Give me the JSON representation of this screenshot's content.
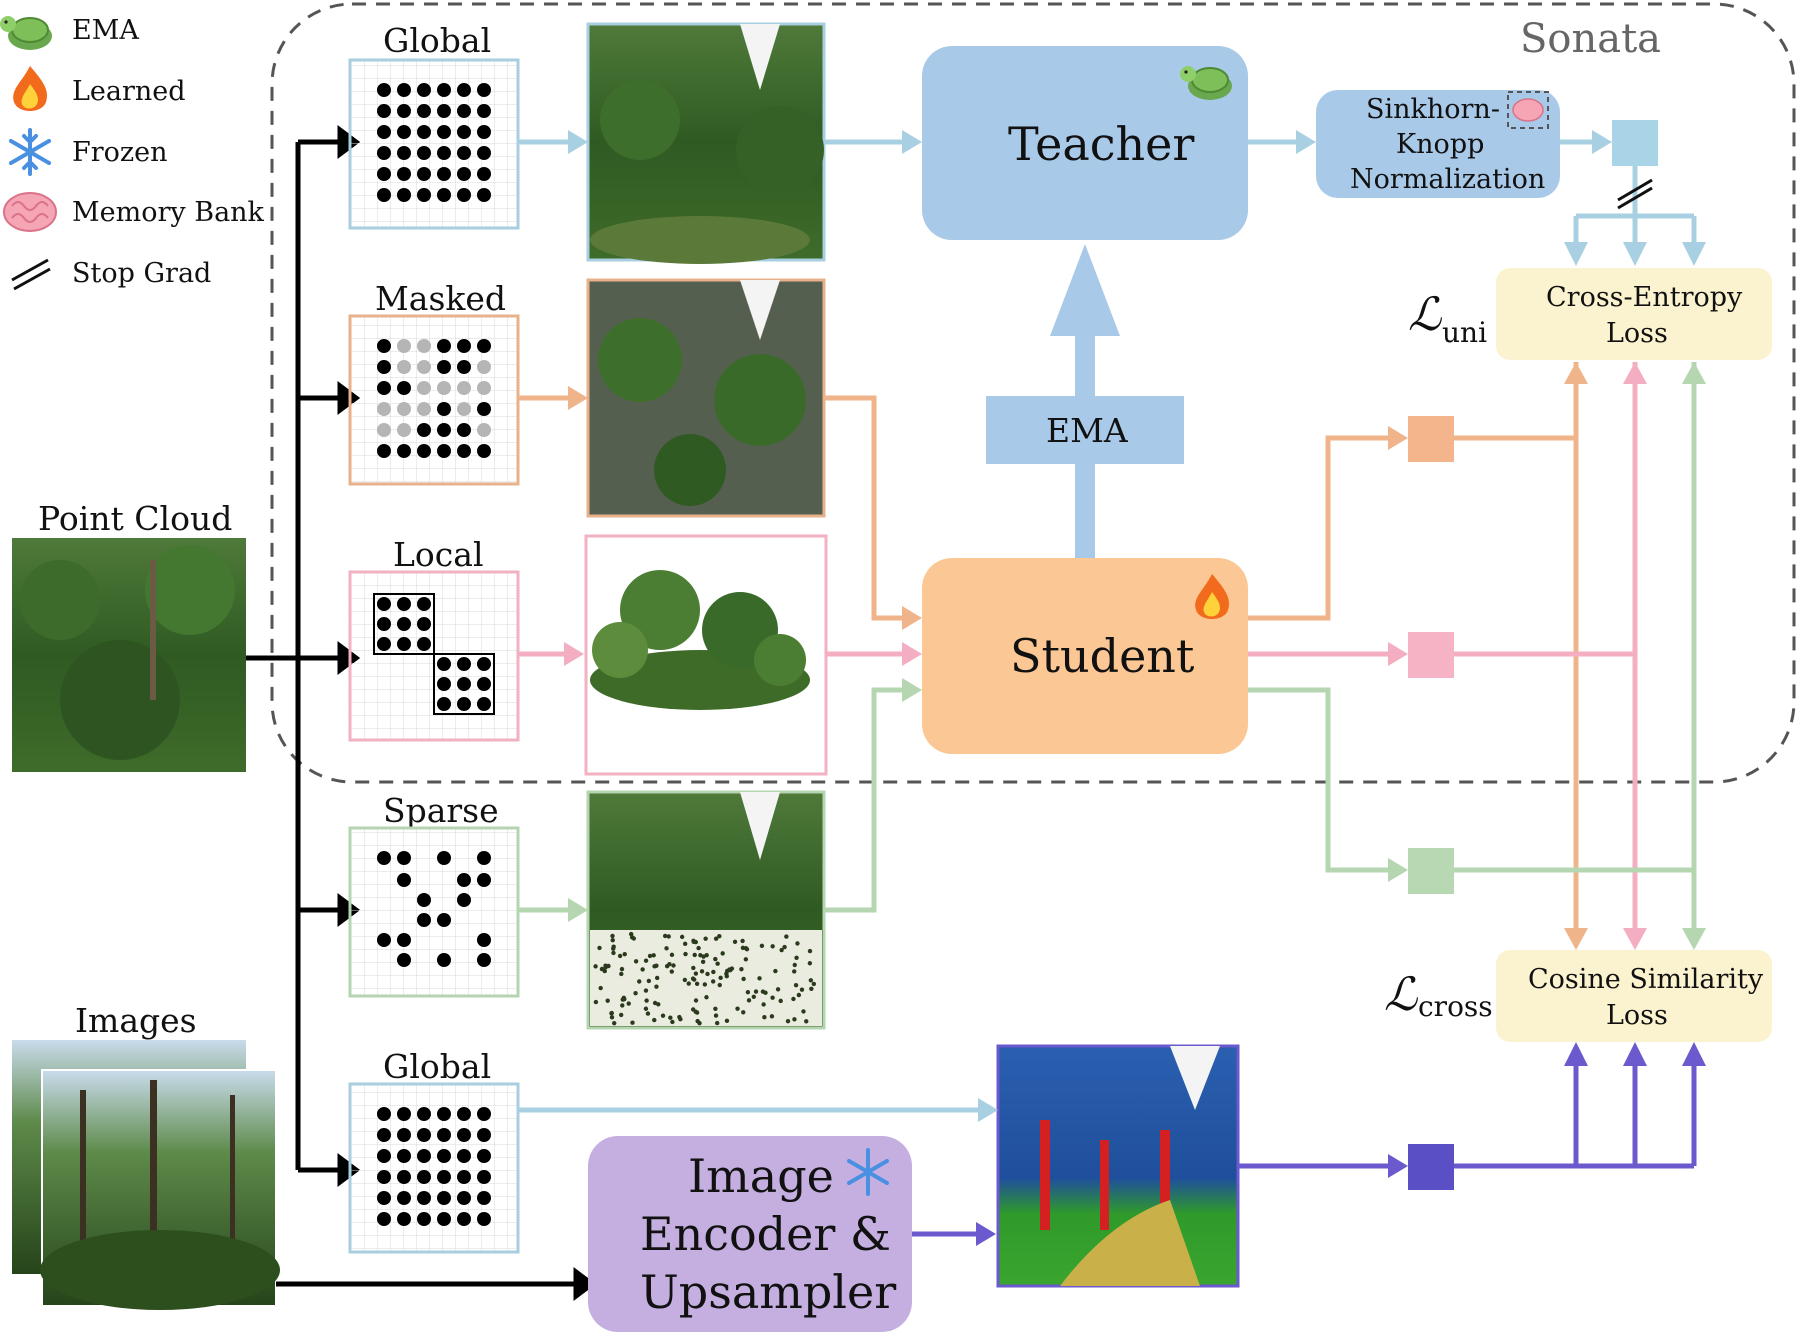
{
  "legend": [
    {
      "icon": "turtle-icon",
      "label": "EMA"
    },
    {
      "icon": "flame-icon",
      "label": "Learned"
    },
    {
      "icon": "snowflake-icon",
      "label": "Frozen"
    },
    {
      "icon": "brain-icon",
      "label": "Memory Bank"
    },
    {
      "icon": "double-slash-icon",
      "label": "Stop Grad"
    }
  ],
  "region_label": "Sonata",
  "inputs": {
    "point_cloud": "Point Cloud",
    "images": "Images"
  },
  "views": [
    {
      "label": "Global",
      "color": "#a8cfe0"
    },
    {
      "label": "Masked",
      "color": "#e9b08c"
    },
    {
      "label": "Local",
      "color": "#f2b2c2"
    },
    {
      "label": "Sparse",
      "color": "#b5d4b0"
    },
    {
      "label": "Global",
      "color": "#a8cfe0"
    }
  ],
  "modules": {
    "teacher": "Teacher",
    "student": "Student",
    "ema": "EMA",
    "sinkhorn": [
      "Sinkhorn-",
      "Knopp",
      "Normalization"
    ],
    "image_encoder": [
      "Image",
      "Encoder &",
      "Upsampler"
    ]
  },
  "losses": {
    "cross_entropy": [
      "Cross-Entropy",
      "Loss"
    ],
    "cosine": [
      "Cosine Similarity",
      "Loss"
    ],
    "l_uni_symbol": "ℒ",
    "l_uni_sub": "uni",
    "l_cross_symbol": "ℒ",
    "l_cross_sub": "cross"
  },
  "colors": {
    "blue": "#a8cfe6",
    "orange": "#f9c699",
    "pink": "#f2a9bd",
    "green": "#b3d6ae",
    "purple": "#6a5acd",
    "teacher_fill": "#a9c9e8",
    "student_fill": "#fbc795",
    "encoder_fill": "#c4afe0",
    "loss_fill": "#fbf3cf"
  }
}
